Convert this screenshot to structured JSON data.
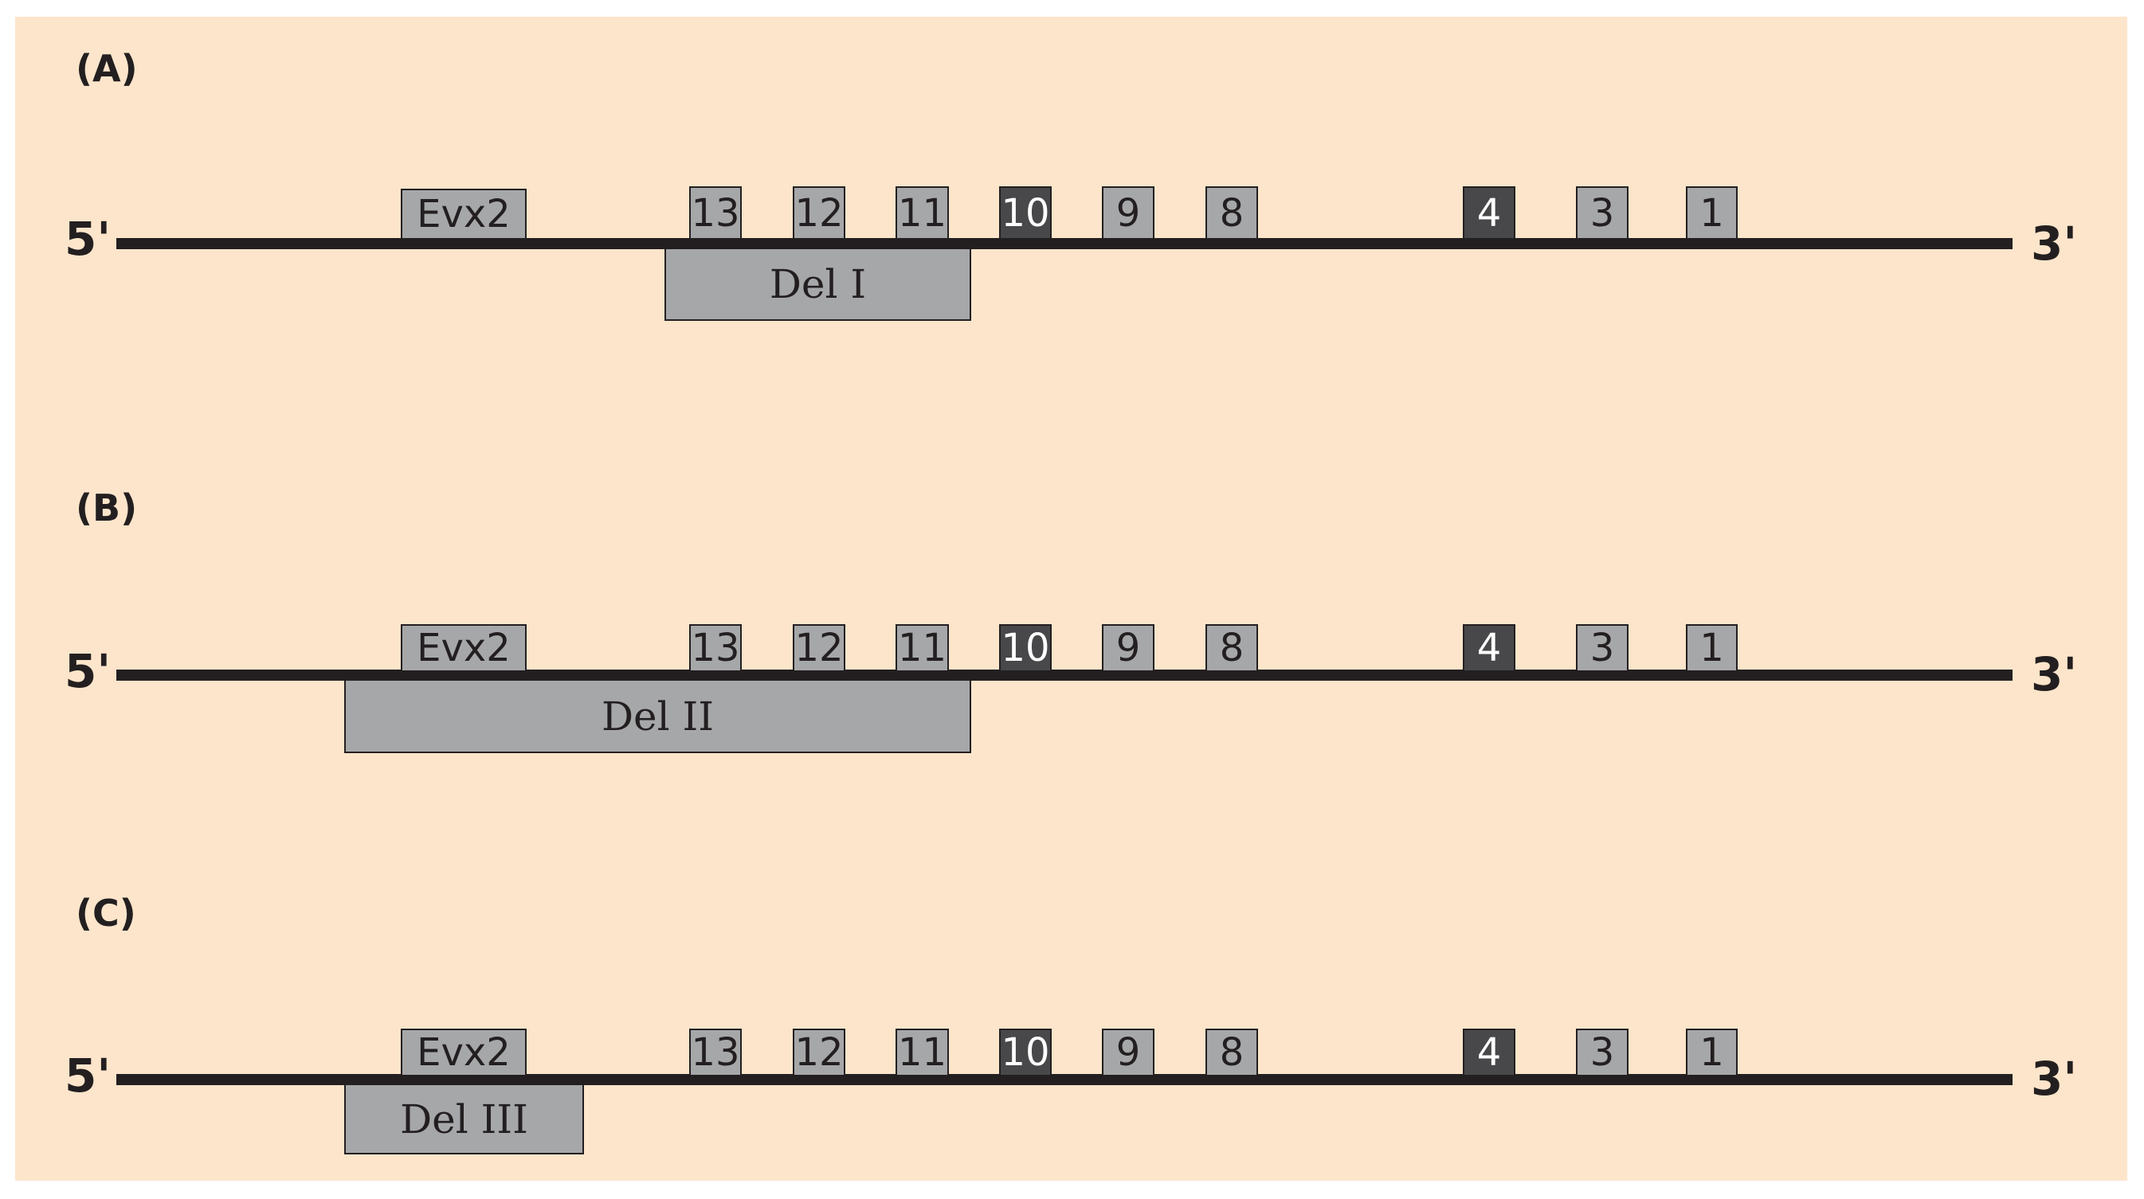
{
  "strand_labels": {
    "five_prime": "5'",
    "three_prime": "3'"
  },
  "colors": {
    "background": "#fde5cb",
    "gene_box": "#a6a7a9",
    "gene_box_dark": "#48484a",
    "strand": "#231f20",
    "deletion_box": "#a6a7a9"
  },
  "genes": [
    {
      "label": "Evx2",
      "style": "light"
    },
    {
      "label": "13",
      "style": "light"
    },
    {
      "label": "12",
      "style": "light"
    },
    {
      "label": "11",
      "style": "light"
    },
    {
      "label": "10",
      "style": "dark"
    },
    {
      "label": "9",
      "style": "light"
    },
    {
      "label": "8",
      "style": "light"
    },
    {
      "label": "4",
      "style": "dark"
    },
    {
      "label": "3",
      "style": "light"
    },
    {
      "label": "1",
      "style": "light"
    }
  ],
  "panels": [
    {
      "label": "(A)",
      "deletion": {
        "label": "Del I",
        "spans_genes": [
          "13",
          "12",
          "11"
        ]
      }
    },
    {
      "label": "(B)",
      "deletion": {
        "label": "Del II",
        "spans_genes": [
          "Evx2",
          "13",
          "12",
          "11"
        ]
      }
    },
    {
      "label": "(C)",
      "deletion": {
        "label": "Del III",
        "spans_genes": [
          "Evx2"
        ]
      }
    }
  ]
}
